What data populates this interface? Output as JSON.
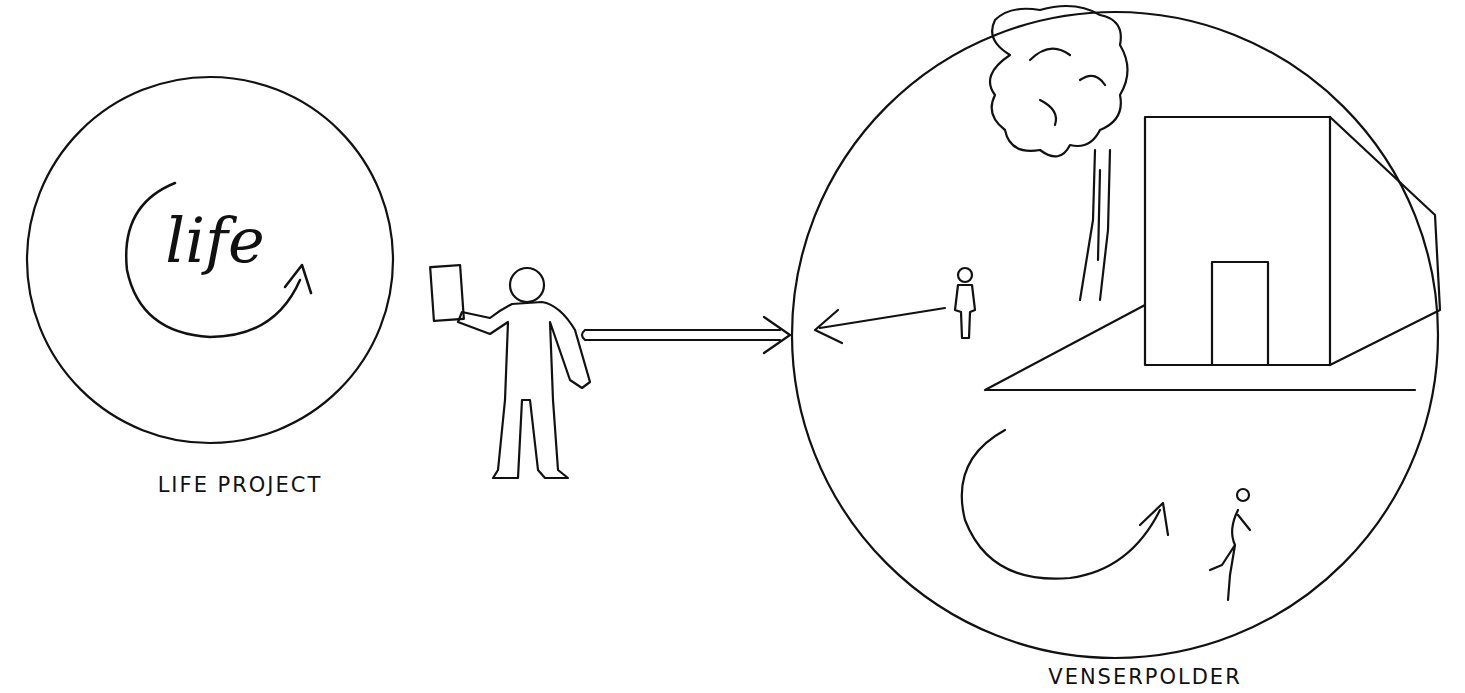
{
  "diagram": {
    "nodes": [
      {
        "text": [
          "life",
          "LIFE PROJECT"
        ]
      },
      {
        "text": [
          "VENSERPOLDER"
        ]
      }
    ],
    "edges": [
      {
        "from": 0,
        "to": 1,
        "arrow": "to"
      }
    ]
  }
}
